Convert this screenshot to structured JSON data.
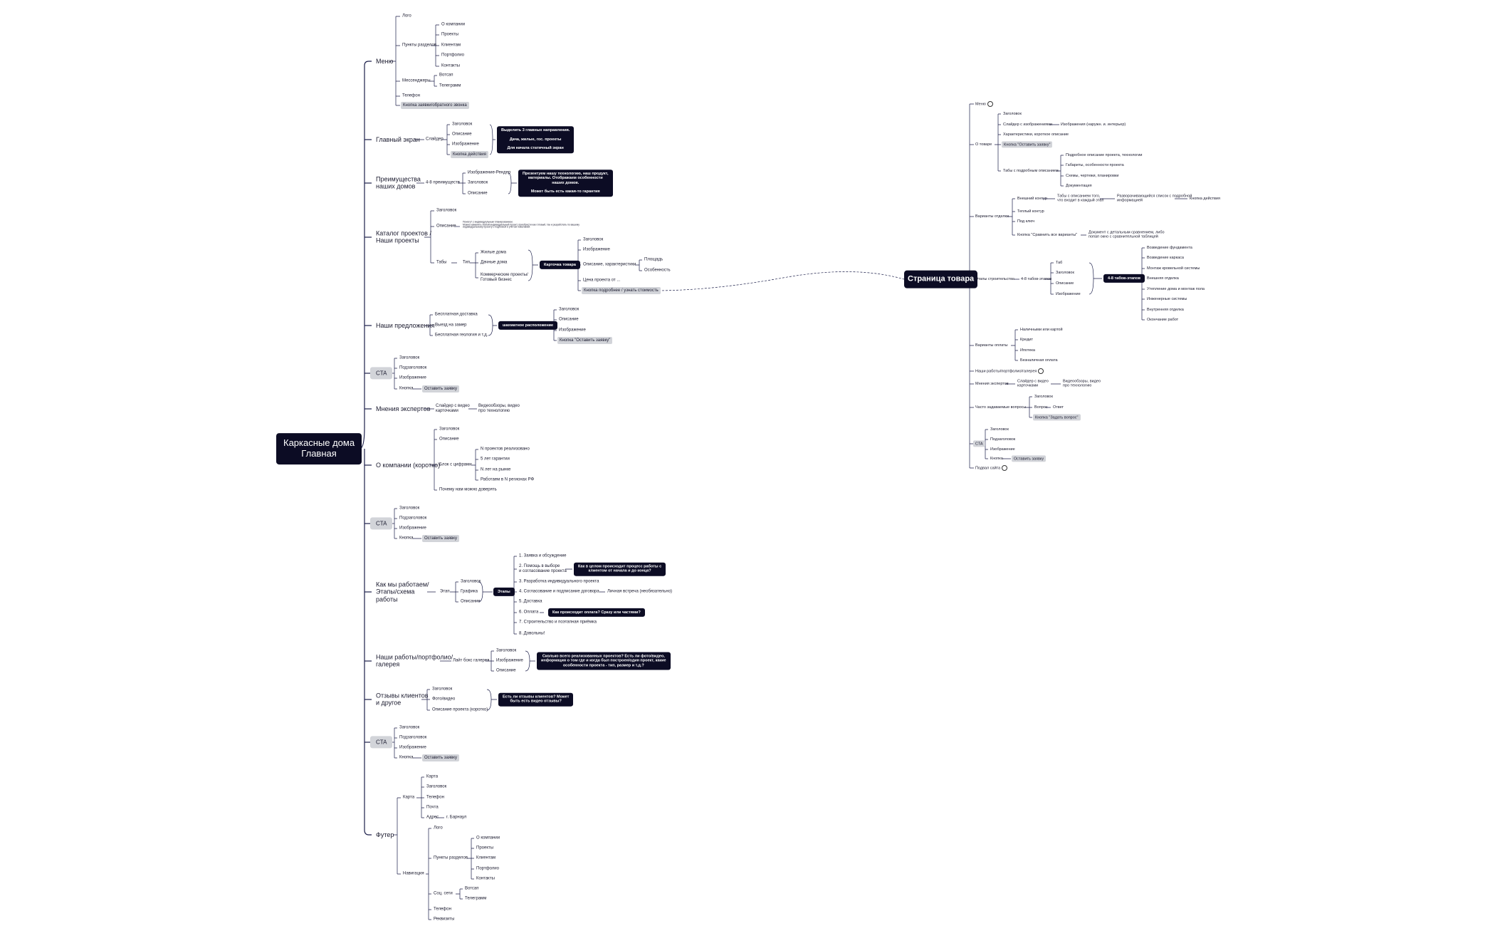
{
  "root": {
    "title": "Каркасные дома\nГлавная",
    "branches": [
      {
        "label": "Меню",
        "children": [
          {
            "label": "Лого"
          },
          {
            "label": "Пункты разделов",
            "children": [
              {
                "label": "О компании"
              },
              {
                "label": "Проекты"
              },
              {
                "label": "Клиентам"
              },
              {
                "label": "Портфолио"
              },
              {
                "label": "Контакты"
              }
            ]
          },
          {
            "label": "Мессенджеры",
            "children": [
              {
                "label": "Вотсап"
              },
              {
                "label": "Телеграмм"
              }
            ]
          },
          {
            "label": "Телефон"
          },
          {
            "label": "Кнопка заявки/обратного звонка"
          }
        ]
      },
      {
        "label": "Главный экран",
        "children": [
          {
            "label": "Слайдер",
            "children": [
              {
                "label": "Заголовок"
              },
              {
                "label": "Описание"
              },
              {
                "label": "Изображение"
              },
              {
                "label": "Кнопка действия"
              }
            ]
          }
        ],
        "note": "Выделить 3 главных направления.\n\nДача, жилые, гос. проекты\n\nДля начала статичный экран"
      },
      {
        "label": "Преимущества\nнаших домов",
        "children": [
          {
            "label": "4-8 преимуществ",
            "children": [
              {
                "label": "Изображение-Рендер"
              },
              {
                "label": "Заголовок"
              },
              {
                "label": "Описание"
              }
            ]
          }
        ],
        "note": "Презентуем нашу технологию, наш продукт,\nматериалы. Отображаем особенности\nнаших домов.\n\nМожет быть есть какая-то гарантия"
      },
      {
        "label": "Каталог проектов /\nНаши проекты",
        "children": [
          {
            "label": "Заголовок"
          },
          {
            "label": "Описание",
            "text": "Помогут с индивидуальным планированием.\nМожно изменить любой индивидуальный проект, приобрести как готовый, так и разработать по вашему\nиндивидуальному проекту с подгонкой и учётом пожеланий."
          },
          {
            "label": "Табы",
            "children": [
              {
                "label": "Тип",
                "children": [
                  {
                    "label": "Жилые дома"
                  },
                  {
                    "label": "Дачные дома"
                  },
                  {
                    "label": "Коммерческие проекты/\nГотовый бизнес"
                  }
                ]
              }
            ]
          }
        ],
        "card": {
          "label": "Карточка товара",
          "children": [
            {
              "label": "Заголовок"
            },
            {
              "label": "Изображение"
            },
            {
              "label": "Описание, характеристики",
              "children": [
                {
                  "label": "Площадь"
                },
                {
                  "label": "Особенность"
                }
              ]
            },
            {
              "label": "Цена проекта от ..."
            },
            {
              "label": "Кнопка подробнее / узнать стоимость"
            }
          ]
        }
      },
      {
        "label": "Наши предложения",
        "children": [
          {
            "label": "Бесплатная доставка"
          },
          {
            "label": "Выезд на замер"
          },
          {
            "label": "Бесплатная геология и т.д."
          }
        ],
        "note": "шахматное расположение",
        "cols": [
          {
            "label": "Заголовок"
          },
          {
            "label": "Описание"
          },
          {
            "label": "Изображение"
          },
          {
            "label": "Кнопка \"Оставить заявку\""
          }
        ]
      },
      {
        "label": "CTA",
        "children": [
          {
            "label": "Заголовок"
          },
          {
            "label": "Подзаголовок"
          },
          {
            "label": "Изображение"
          },
          {
            "label": "Кнопка",
            "extra": "Оставить заявку"
          }
        ]
      },
      {
        "label": "Мнения экспертов",
        "children": [
          {
            "label": "Слайдер с видео\nкарточками",
            "extra": "Видеообзоры, видео\nпро технологию"
          }
        ]
      },
      {
        "label": "О компании (коротко)",
        "children": [
          {
            "label": "Заголовок"
          },
          {
            "label": "Описание"
          },
          {
            "label": "Блок с цифрами",
            "children": [
              {
                "label": "N проектов реализовано"
              },
              {
                "label": "5 лет гарантии"
              },
              {
                "label": "N лет на рынке"
              },
              {
                "label": "Работаем в N регионах РФ"
              }
            ]
          },
          {
            "label": "Почему нам можно доверять"
          }
        ]
      },
      {
        "label": "CTA",
        "children": [
          {
            "label": "Заголовок"
          },
          {
            "label": "Подзаголовок"
          },
          {
            "label": "Изображение"
          },
          {
            "label": "Кнопка",
            "extra": "Оставить заявку"
          }
        ]
      },
      {
        "label": "Как мы работаем/\nЭтапы/схема\nработы",
        "children": [
          {
            "label": "Этап",
            "children": [
              {
                "label": "Заголовок"
              },
              {
                "label": "Графика"
              },
              {
                "label": "Описание"
              }
            ]
          }
        ],
        "stages": {
          "label": "Этапы",
          "children": [
            {
              "label": "1. Заявка и обсуждение"
            },
            {
              "label": "2. Помощь в выборе\nи согласование проекта",
              "note": "Как в целом происходит процесс работы с\nклиентом от начала и до конца?"
            },
            {
              "label": "3. Разработка индивидуального проекта"
            },
            {
              "label": "4. Согласование и подписание договора",
              "extra": "Личная встреча (необязательно)"
            },
            {
              "label": "5. Доставка"
            },
            {
              "label": "6. Оплата",
              "note": "Как происходит оплата? Сразу или частями?"
            },
            {
              "label": "7. Строительство и поэтапная приёмка"
            },
            {
              "label": "8. Довольны!"
            }
          ]
        }
      },
      {
        "label": "Наши работы/портфолио/\nгалерея",
        "children": [
          {
            "label": "Лайт бокс галерея",
            "children": [
              {
                "label": "Заголовок"
              },
              {
                "label": "Изображение"
              },
              {
                "label": "Описание"
              }
            ]
          }
        ],
        "note": "Сколько всего реализованных проектов? Есть ли фото/видео,\nинформация о том где и когда был построен/один проект, какие\nособенности проекта - тип, размер и т.д.?"
      },
      {
        "label": "Отзывы клиентов\nи другое",
        "children": [
          {
            "label": "Заголовок"
          },
          {
            "label": "Фото/видео"
          },
          {
            "label": "Описание проекта (коротко)"
          }
        ],
        "note": "Есть ли отзывы клиентов? Может\nбыть есть видео отзывы?"
      },
      {
        "label": "CTA",
        "children": [
          {
            "label": "Заголовок"
          },
          {
            "label": "Подзаголовок"
          },
          {
            "label": "Изображение"
          },
          {
            "label": "Кнопка",
            "extra": "Оставить заявку"
          }
        ]
      },
      {
        "label": "Футер",
        "children": [
          {
            "label": "Карта",
            "children": [
              {
                "label": "Карта"
              },
              {
                "label": "Заголовок"
              },
              {
                "label": "Телефон"
              },
              {
                "label": "Почта"
              },
              {
                "label": "Адрес",
                "extra": "г. Барнаул"
              }
            ]
          },
          {
            "label": "Навигация",
            "children": [
              {
                "label": "Лого"
              },
              {
                "label": "Пункты разделов",
                "children": [
                  {
                    "label": "О компании"
                  },
                  {
                    "label": "Проекты"
                  },
                  {
                    "label": "Клиентам"
                  },
                  {
                    "label": "Портфолио"
                  },
                  {
                    "label": "Контакты"
                  }
                ]
              },
              {
                "label": "Соц. сети",
                "children": [
                  {
                    "label": "Вотсап"
                  },
                  {
                    "label": "Телеграмм"
                  }
                ]
              },
              {
                "label": "Телефон"
              },
              {
                "label": "Реквизиты"
              }
            ]
          }
        ]
      }
    ]
  },
  "product": {
    "title": "Страница товара",
    "branches": [
      {
        "label": "Меню"
      },
      {
        "label": "О товаре",
        "children": [
          {
            "label": "Заголовок"
          },
          {
            "label": "Слайдер с изображениями",
            "extra": "Изображения (наружн. и. интерьер)"
          },
          {
            "label": "Характеристики, короткое описание"
          },
          {
            "label": "Кнопка \"Оставить заявку\""
          },
          {
            "label": "Табы с подробным описанием",
            "children": [
              {
                "label": "Подробное описание проекта, технологии"
              },
              {
                "label": "Габариты, особенности проекта"
              },
              {
                "label": "Схемы, чертежи, планировки"
              },
              {
                "label": "Документация"
              }
            ]
          }
        ]
      },
      {
        "label": "Варианты отделки",
        "children": [
          {
            "label": "Внешний контур",
            "extra": "Табы с описанием того,\nчто входит в каждый этап",
            "extra2": "Разворачивающийся список с подробной\nинформацией",
            "extra3": "Кнопка действия"
          },
          {
            "label": "Теплый контур"
          },
          {
            "label": "Под ключ"
          },
          {
            "label": "Кнопка \"Сравнить все варианты\"",
            "extra": "Документ с детальным сравнением, либо\nпопап окно с сравнительной таблицей"
          }
        ]
      },
      {
        "label": "Этапы строительства",
        "children": [
          {
            "label": "4-8 табов-этапов",
            "children": [
              {
                "label": "Таб"
              },
              {
                "label": "Заголовок"
              },
              {
                "label": "Описание"
              },
              {
                "label": "Изображение"
              }
            ]
          }
        ],
        "note": "4-8 табов-этапов",
        "list": [
          {
            "label": "Возведение фундамента"
          },
          {
            "label": "Возведение каркаса"
          },
          {
            "label": "Монтаж кровельной системы"
          },
          {
            "label": "Внешняя отделка"
          },
          {
            "label": "Утепление дома и монтаж пола"
          },
          {
            "label": "Инженерные системы"
          },
          {
            "label": "Внутренняя отделка"
          },
          {
            "label": "Окончание работ"
          }
        ]
      },
      {
        "label": "Варианты оплаты",
        "children": [
          {
            "label": "Наличными или картой"
          },
          {
            "label": "Кредит"
          },
          {
            "label": "Ипотека"
          },
          {
            "label": "Безналичная оплата"
          }
        ]
      },
      {
        "label": "Наши работы/портфолио/галерея"
      },
      {
        "label": "Мнения экспертов",
        "children": [
          {
            "label": "Слайдер с видео\nкарточками",
            "extra": "Видеообзоры, видео\nпро технологию"
          }
        ]
      },
      {
        "label": "Часто задаваемые вопросы",
        "children": [
          {
            "label": "Заголовок"
          },
          {
            "label": "Вопрос",
            "extra": "Ответ"
          },
          {
            "label": "Кнопка \"Задать вопрос\""
          }
        ]
      },
      {
        "label": "CTA",
        "children": [
          {
            "label": "Заголовок"
          },
          {
            "label": "Подзаголовок"
          },
          {
            "label": "Изображение"
          },
          {
            "label": "Кнопка",
            "extra": "Оставить заявку"
          }
        ]
      },
      {
        "label": "Подвал сайта"
      }
    ]
  },
  "colors": {
    "node_dark": "#0c0c24",
    "node_gray": "#d2d4d9",
    "line": "#1c1f4a",
    "text": "#1a1a2e"
  }
}
